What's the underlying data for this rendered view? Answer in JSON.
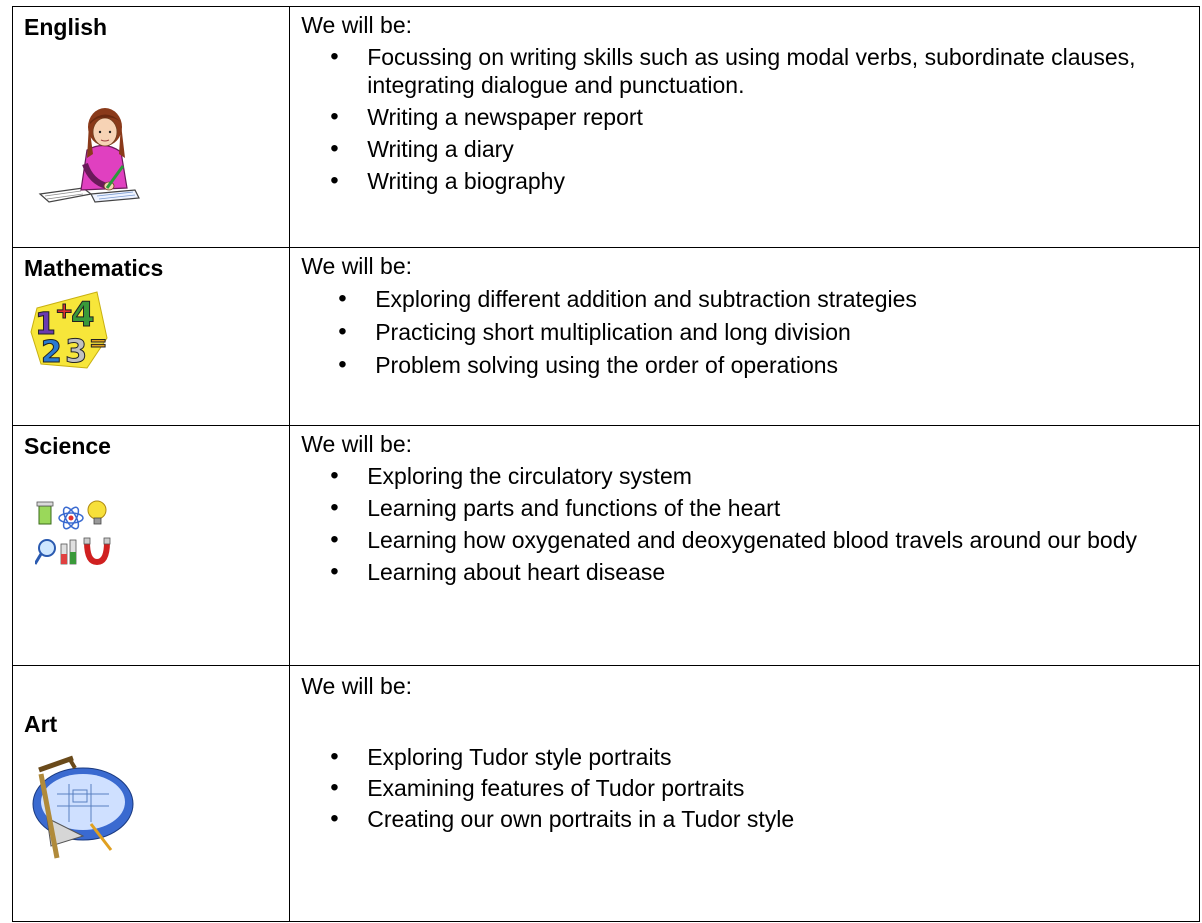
{
  "rows": [
    {
      "subject": "English",
      "intro": "We will be:",
      "items": [
        "Focussing on writing skills such as using modal verbs, subordinate clauses, integrating dialogue and punctuation.",
        "Writing a newspaper report",
        "Writing a diary",
        "Writing a biography"
      ],
      "icon": "girl-writing-icon"
    },
    {
      "subject": "Mathematics",
      "intro": "We will be:",
      "items": [
        "Exploring different addition and subtraction strategies",
        "Practicing short multiplication and long division",
        "Problem solving using the order of operations"
      ],
      "icon": "numbers-icon"
    },
    {
      "subject": "Science",
      "intro": "We will be:",
      "items": [
        "Exploring the circulatory system",
        "Learning parts and functions of the heart",
        "Learning how oxygenated and deoxygenated blood travels around our body",
        "Learning about heart disease"
      ],
      "icon": "science-equipment-icon"
    },
    {
      "subject": "Art",
      "intro": "We will be:",
      "items": [
        "Exploring Tudor style portraits",
        "Examining features of Tudor portraits",
        "Creating our own portraits in a Tudor style"
      ],
      "icon": "drafting-tools-icon"
    }
  ]
}
